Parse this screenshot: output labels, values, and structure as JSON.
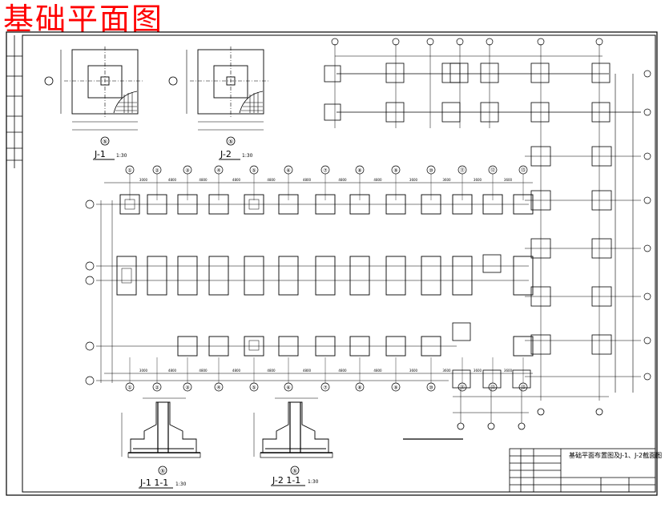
{
  "drawing": {
    "title": "基础平面图",
    "sheet_title": "基础平面布置图及J-1、J-2截面图"
  },
  "details": {
    "j1_label": "J-1",
    "j1_scale": "1:30",
    "j2_label": "J-2",
    "j2_scale": "1:30",
    "j1_section_label": "J-1 1-1",
    "j1_section_scale": "1:30",
    "j2_section_label": "J-2 1-1",
    "j2_section_scale": "1:30",
    "axis_5": "⑤",
    "axis_9": "⑨",
    "axis_D": "Ⓓ",
    "axis_G": "Ⓖ"
  },
  "grid": {
    "main_axes": [
      "①",
      "②",
      "③",
      "④",
      "⑤",
      "⑥",
      "⑦",
      "⑧",
      "⑨",
      "⑩",
      "⑪",
      "⑫",
      "⑬"
    ],
    "main_dims": [
      "3000",
      "4800",
      "4800",
      "4800",
      "4800",
      "4800",
      "4800",
      "4800",
      "3600",
      "3600",
      "3600",
      "3600"
    ]
  },
  "colors": {
    "line": "#000000",
    "accent": "#ff0000",
    "background": "#ffffff"
  }
}
